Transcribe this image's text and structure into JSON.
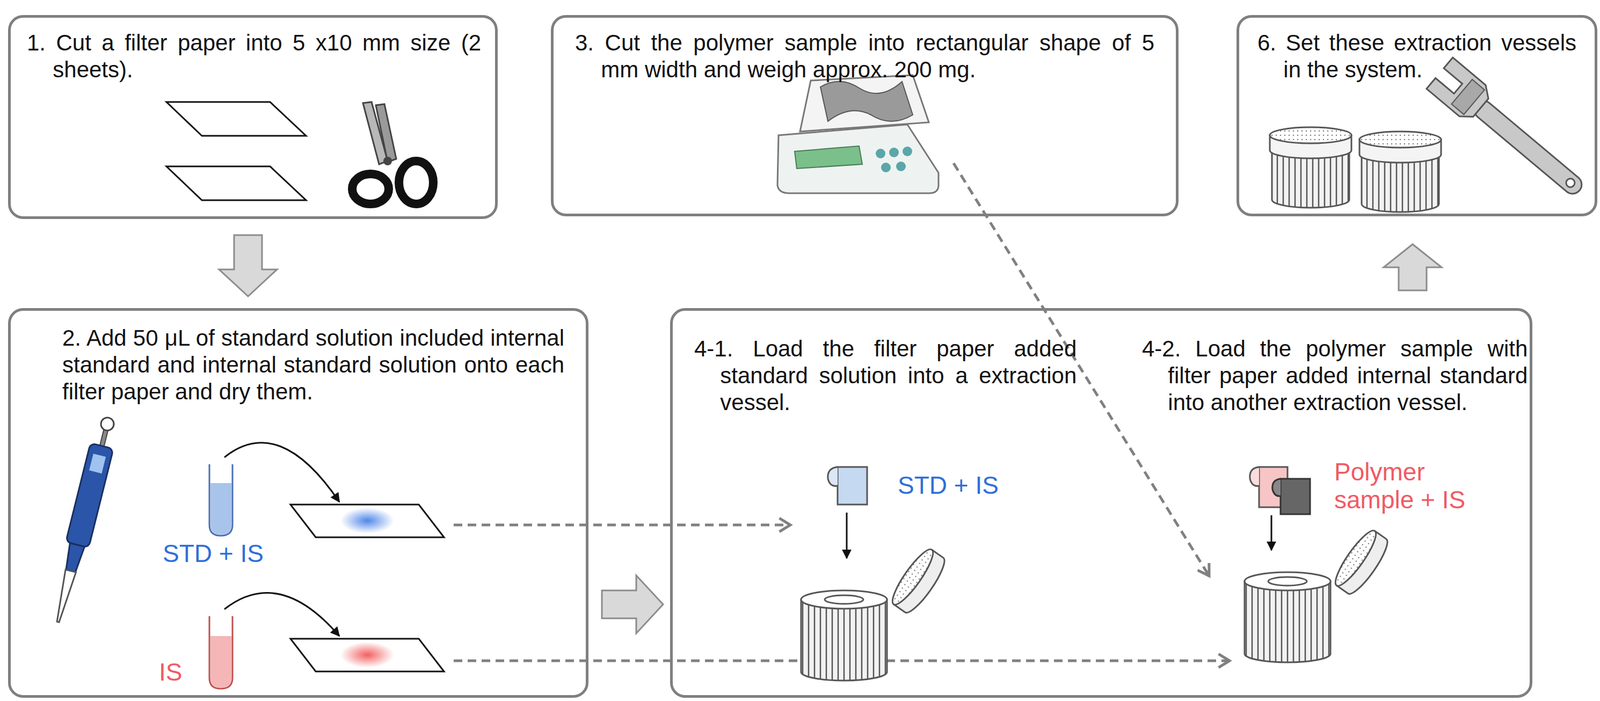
{
  "diagram": {
    "nodes": [
      {
        "text": [
          "1. Cut a filter paper into 5 x10 mm size (2 sheets)."
        ]
      },
      {
        "text": [
          "2. Add 50 μL of standard solution included internal standard and internal standard solution onto each filter paper and dry them."
        ]
      },
      {
        "text": [
          "3. Cut the polymer sample into rectangular shape of 5 mm width and weigh approx. 200 mg."
        ]
      },
      {
        "text": [
          "4-1. Load the filter paper added standard solution into a extraction vessel.",
          "4-2. Load the polymer sample with filter paper added internal standard into another extraction vessel."
        ]
      },
      {
        "text": [
          "6. Set these extraction vessels in the system."
        ]
      }
    ],
    "edges": [
      {
        "from": 0,
        "to": 1,
        "arrow": "to"
      },
      {
        "from": 1,
        "to": 3,
        "arrow": "to"
      },
      {
        "from": 3,
        "to": 4,
        "arrow": "to"
      },
      {
        "from": 1,
        "to": 3,
        "arrow": "to"
      },
      {
        "from": 1,
        "to": 3,
        "arrow": "to"
      },
      {
        "from": 2,
        "to": 3,
        "arrow": "to"
      }
    ],
    "labels": [
      "STD + IS",
      "IS",
      "STD + IS",
      "Polymer sample + IS"
    ]
  }
}
